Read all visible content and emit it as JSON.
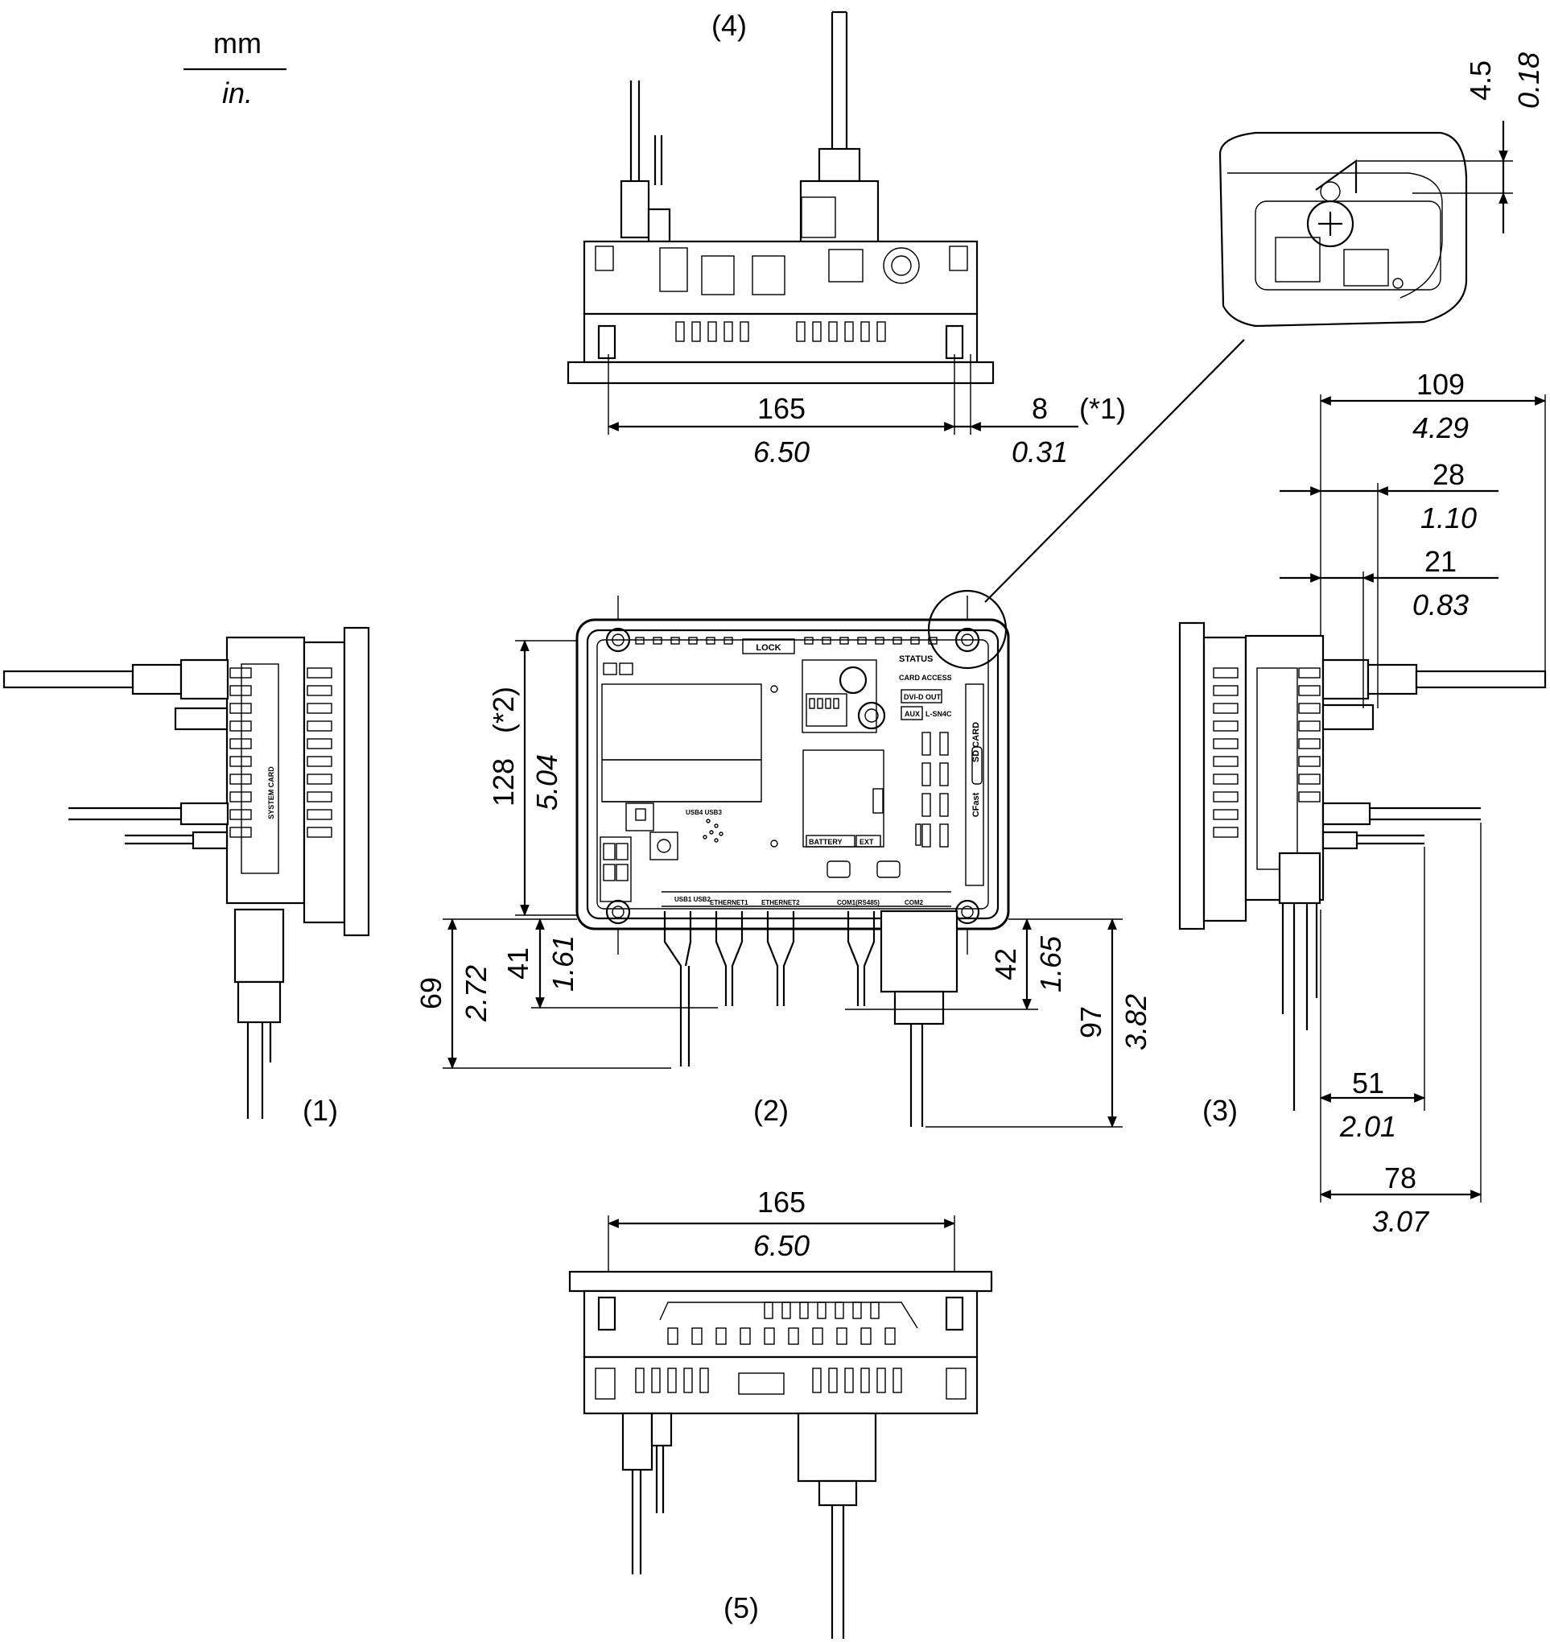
{
  "units": {
    "top": "mm",
    "bottom": "in."
  },
  "views": {
    "v1": "(1)",
    "v2": "(2)",
    "v3": "(3)",
    "v4": "(4)",
    "v5": "(5)"
  },
  "dims": {
    "top_width": {
      "mm": "165",
      "in": "6.50"
    },
    "top_clear": {
      "mm": "8",
      "in": "0.31",
      "note": "(*1)"
    },
    "bottom_width": {
      "mm": "165",
      "in": "6.50"
    },
    "front_height": {
      "mm": "128",
      "note": "(*2)",
      "in": "5.04"
    },
    "cable_41": {
      "mm": "41",
      "in": "1.61"
    },
    "cable_69": {
      "mm": "69",
      "in": "2.72"
    },
    "cable_42": {
      "mm": "42",
      "in": "1.65"
    },
    "cable_97": {
      "mm": "97",
      "in": "3.82"
    },
    "side_109": {
      "mm": "109",
      "in": "4.29"
    },
    "side_28": {
      "mm": "28",
      "in": "1.10"
    },
    "side_21": {
      "mm": "21",
      "in": "0.83"
    },
    "side_51": {
      "mm": "51",
      "in": "2.01"
    },
    "side_78": {
      "mm": "78",
      "in": "3.07"
    },
    "detail_45": {
      "mm": "4.5",
      "in": "0.18"
    }
  },
  "panel_labels": {
    "lock": "LOCK",
    "status": "STATUS",
    "card_access": "CARD ACCESS",
    "dvi_out": "DVI-D OUT",
    "aux": "AUX",
    "l_snmc": "L-SN4C",
    "sd_card": "SD CARD",
    "cfast": "CFast",
    "battery": "BATTERY",
    "ext": "EXT",
    "usb": "USB1 USB2",
    "usb4": "USB4 USB3",
    "eth1": "ETHERNET1",
    "eth2": "ETHERNET2",
    "com1": "COM1(RS485)",
    "com2": "COM2",
    "system_card": "SYSTEM CARD"
  }
}
